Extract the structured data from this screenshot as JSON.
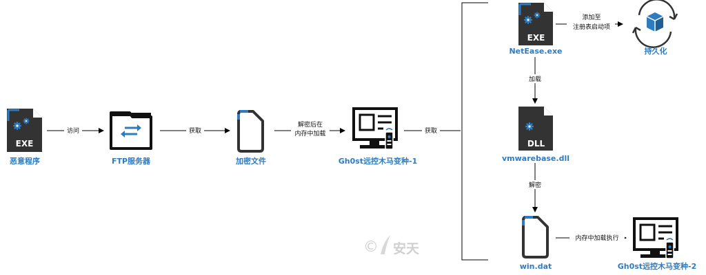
{
  "nodes": {
    "malware": {
      "label": "恶意程序",
      "badge": "EXE"
    },
    "ftp": {
      "label": "FTP服务器"
    },
    "encfile": {
      "label": "加密文件"
    },
    "gh0st1": {
      "label": "Gh0st远控木马变种-1"
    },
    "netease": {
      "label": "NetEase.exe",
      "badge": "EXE"
    },
    "persist": {
      "label": "持久化"
    },
    "vmware": {
      "label": "vmwarebase.dll",
      "badge": "DLL"
    },
    "windat": {
      "label": "win.dat"
    },
    "gh0st2": {
      "label": "Gh0st远控木马变种-2"
    }
  },
  "edges": {
    "visit": "访问",
    "get1": "获取",
    "decrypt_load_1": "解密后在",
    "decrypt_load_2": "内存中加载",
    "get2": "获取",
    "register_1": "添加至",
    "register_2": "注册表启动项",
    "load": "加载",
    "decrypt": "解密",
    "exec": "内存中加载执行"
  },
  "watermark": {
    "text": "安天",
    "symbol": "©"
  },
  "colors": {
    "accent": "#2f7bbf",
    "dark": "#333333",
    "line": "#000000"
  }
}
